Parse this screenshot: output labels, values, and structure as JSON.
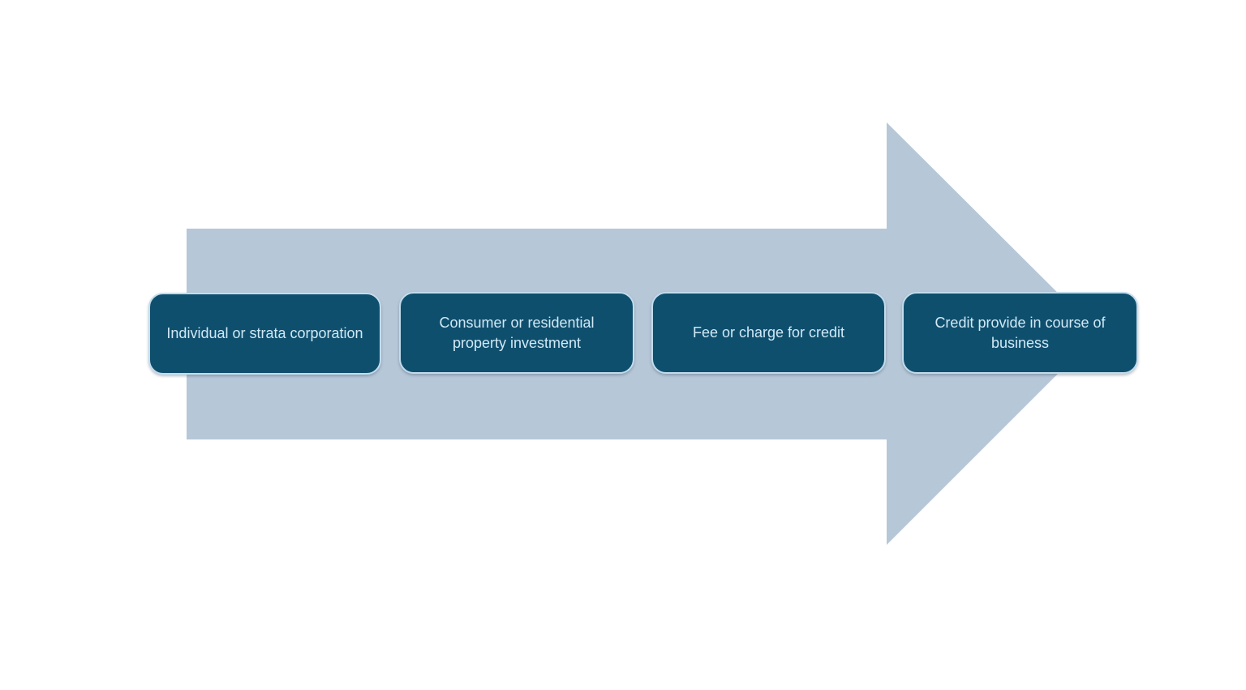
{
  "page": {
    "background": "#ffffff"
  },
  "diagram": {
    "type": "process-arrow",
    "direction": "right",
    "arrow_color": "#b6c7d8",
    "box_fill": "#0f4f6e",
    "box_border": "#c2dcec",
    "text_color": "#d0e9f6",
    "steps": [
      {
        "label": "Individual or strata corporation"
      },
      {
        "label": "Consumer or residential property investment"
      },
      {
        "label": "Fee or charge for credit"
      },
      {
        "label": "Credit provide in course of business"
      }
    ]
  }
}
